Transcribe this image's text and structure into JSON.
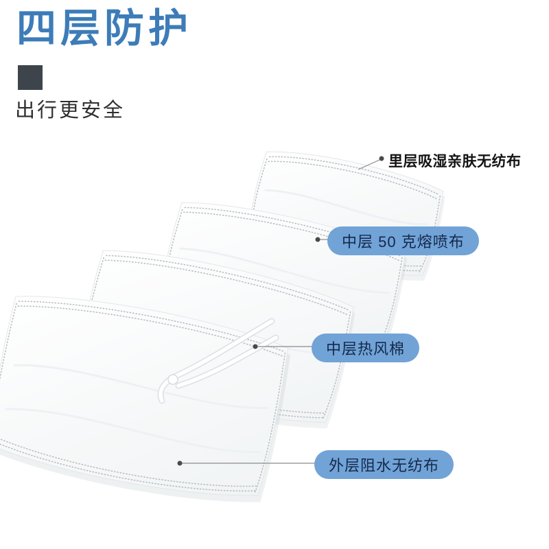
{
  "header": {
    "title": "四层防护",
    "subtitle": "出行更安全"
  },
  "labels": [
    {
      "text": "里层吸湿亲肤无纺布",
      "style": "plain"
    },
    {
      "text": "中层 50 克熔喷布",
      "style": "pill"
    },
    {
      "text": "中层热风棉",
      "style": "pill"
    },
    {
      "text": "外层阻水无纺布",
      "style": "pill"
    }
  ],
  "illustration": {
    "subject": "four-layer-face-mask-exploded-view",
    "layer_count": 4
  },
  "colors": {
    "title_blue": "#3d7cb8",
    "pill_blue": "#71a3d7",
    "square_dark": "#3e444b",
    "label_text": "#15294b"
  }
}
